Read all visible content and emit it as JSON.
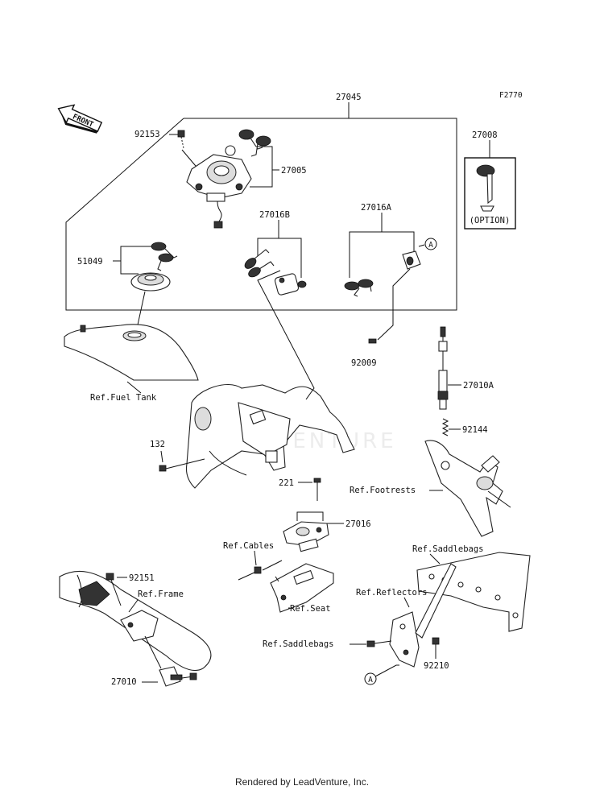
{
  "figure_code": "F2770",
  "front_label": "FRONT",
  "option_label": "(OPTION)",
  "circle_marker": "A",
  "parts": {
    "p27045": "27045",
    "p92153": "92153",
    "p27005": "27005",
    "p27008": "27008",
    "p27016B": "27016B",
    "p27016A": "27016A",
    "p51049": "51049",
    "p92009": "92009",
    "p27010A": "27010A",
    "p92144": "92144",
    "p132": "132",
    "p221": "221",
    "p27016": "27016",
    "p92151": "92151",
    "p27010": "27010",
    "p92210": "92210"
  },
  "refs": {
    "fuel_tank": "Ref.Fuel Tank",
    "footrests": "Ref.Footrests",
    "cables": "Ref.Cables",
    "saddlebags_upper": "Ref.Saddlebags",
    "frame": "Ref.Frame",
    "reflectors": "Ref.Reflectors",
    "seat": "Ref.Seat",
    "saddlebags_lower": "Ref.Saddlebags"
  },
  "watermark": "LEADVENTURE",
  "footer": "Rendered by LeadVenture, Inc."
}
